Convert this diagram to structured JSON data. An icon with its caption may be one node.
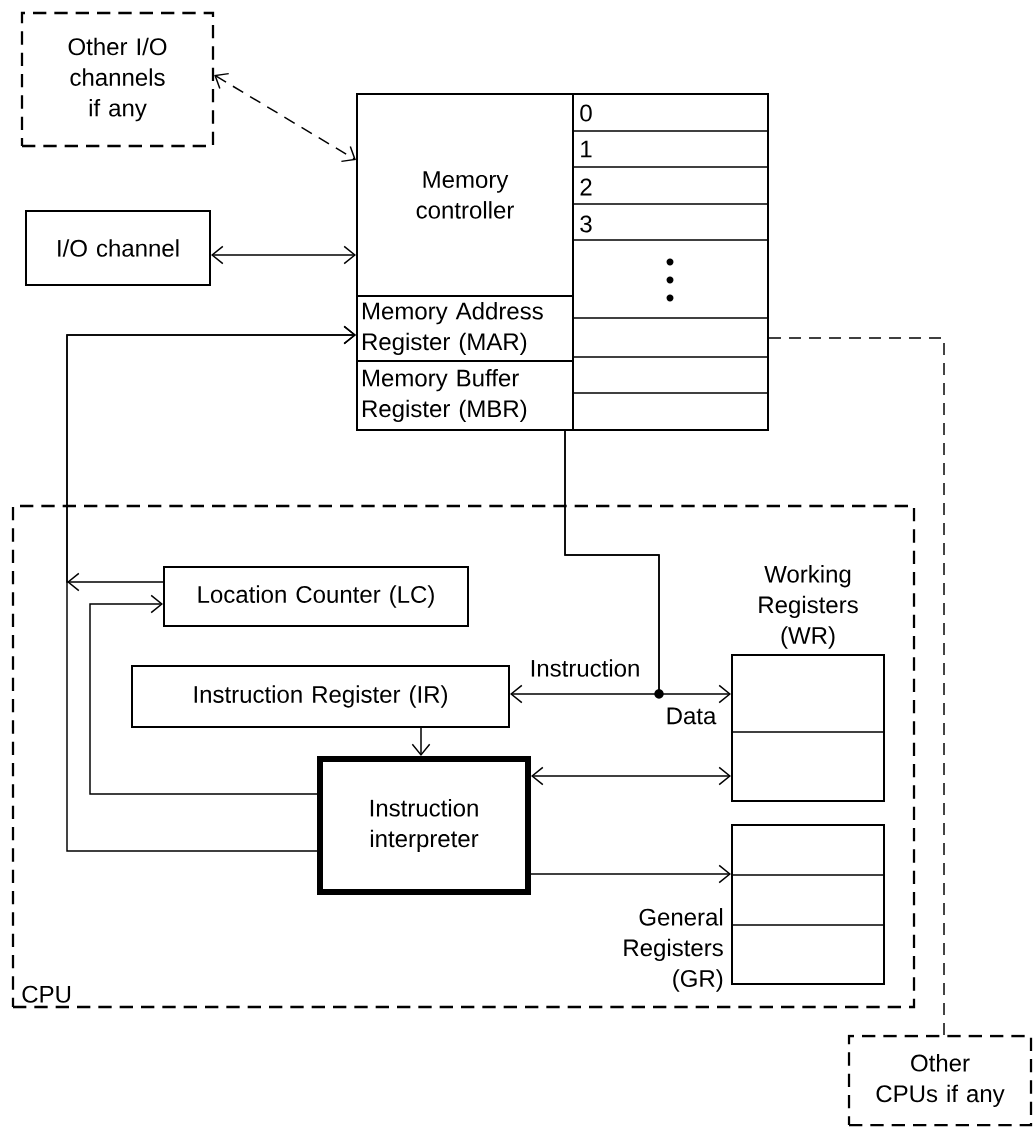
{
  "diagram": {
    "nodes": [
      {
        "text": [
          "Other I/O channels if any"
        ]
      },
      {
        "text": [],
        "shape": "box"
      },
      {
        "text": [
          "Memory controller"
        ],
        "in": 1
      },
      {
        "text": [],
        "shape": "box",
        "in": 1
      },
      {
        "text": [
          "I/O channel"
        ]
      },
      {
        "text": [
          "Memory Address Register (MAR)"
        ],
        "in": 1
      },
      {
        "text": [
          "Memory Buffer Register (MBR)"
        ],
        "in": 1
      },
      {
        "text": [
          "CPU"
        ]
      },
      {
        "text": [
          "Location Counter (LC)"
        ],
        "in": 7
      },
      {
        "text": [
          "Working Registers (WR)"
        ],
        "in": 7
      },
      {
        "text": [
          "Instruction Register (IR)"
        ],
        "in": 7
      },
      {
        "text": [
          "Instruction interpreter"
        ],
        "in": 7
      },
      {
        "text": [
          "General Registers (GR)"
        ],
        "in": 7
      },
      {
        "text": [
          "Other CPUs if any"
        ]
      }
    ],
    "edges": [
      {
        "from": 0,
        "to": 2,
        "arrow": "both",
        "style": "dashed"
      },
      {
        "from": 4,
        "to": 2,
        "arrow": "both"
      },
      {
        "from": 11,
        "to": 5,
        "arrow": "to"
      },
      {
        "from": 8,
        "to": 5,
        "arrow": "to"
      },
      {
        "from": 11,
        "to": 8,
        "arrow": "to"
      },
      {
        "from": 6,
        "to": 10,
        "arrow": "to",
        "label": "Instruction"
      },
      {
        "from": 6,
        "to": 9,
        "arrow": "to",
        "label": "Data"
      },
      {
        "from": 10,
        "to": 11,
        "arrow": "to"
      },
      {
        "from": 11,
        "to": 9,
        "arrow": "both"
      },
      {
        "from": 11,
        "to": 12,
        "arrow": "to"
      },
      {
        "from": 3,
        "to": 13,
        "arrow": "none",
        "style": "dashed"
      }
    ],
    "labels": [
      "0",
      "1",
      "2",
      "3"
    ]
  }
}
